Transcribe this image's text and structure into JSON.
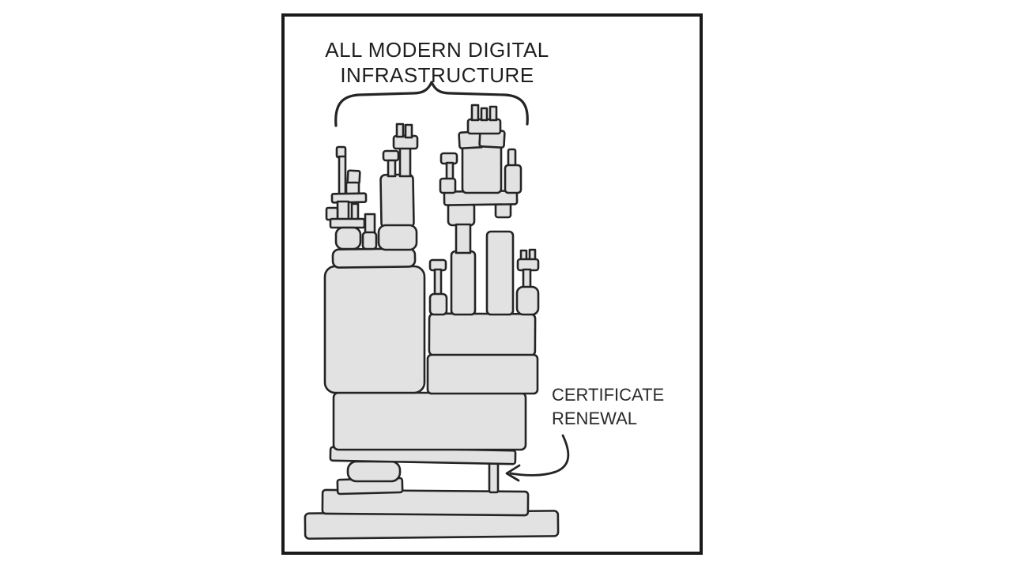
{
  "page": {
    "description": "Comic panel: a precarious tower of stacked blocks labeled as all modern digital infrastructure, with an arrow pointing at a single thin supporting peg labeled certificate renewal"
  },
  "comic": {
    "title": {
      "line1": "ALL MODERN DIGITAL",
      "line2": "INFRASTRUCTURE"
    },
    "annotation": {
      "line1": "CERTIFICATE",
      "line2": "RENEWAL"
    },
    "colors": {
      "background": "#ffffff",
      "panel_border": "#1a1a1a",
      "ink": "#242424",
      "block_fill": "#e2e2e2",
      "title_text": "#1f1f1f",
      "annotation_text": "#2b2b2b"
    }
  }
}
